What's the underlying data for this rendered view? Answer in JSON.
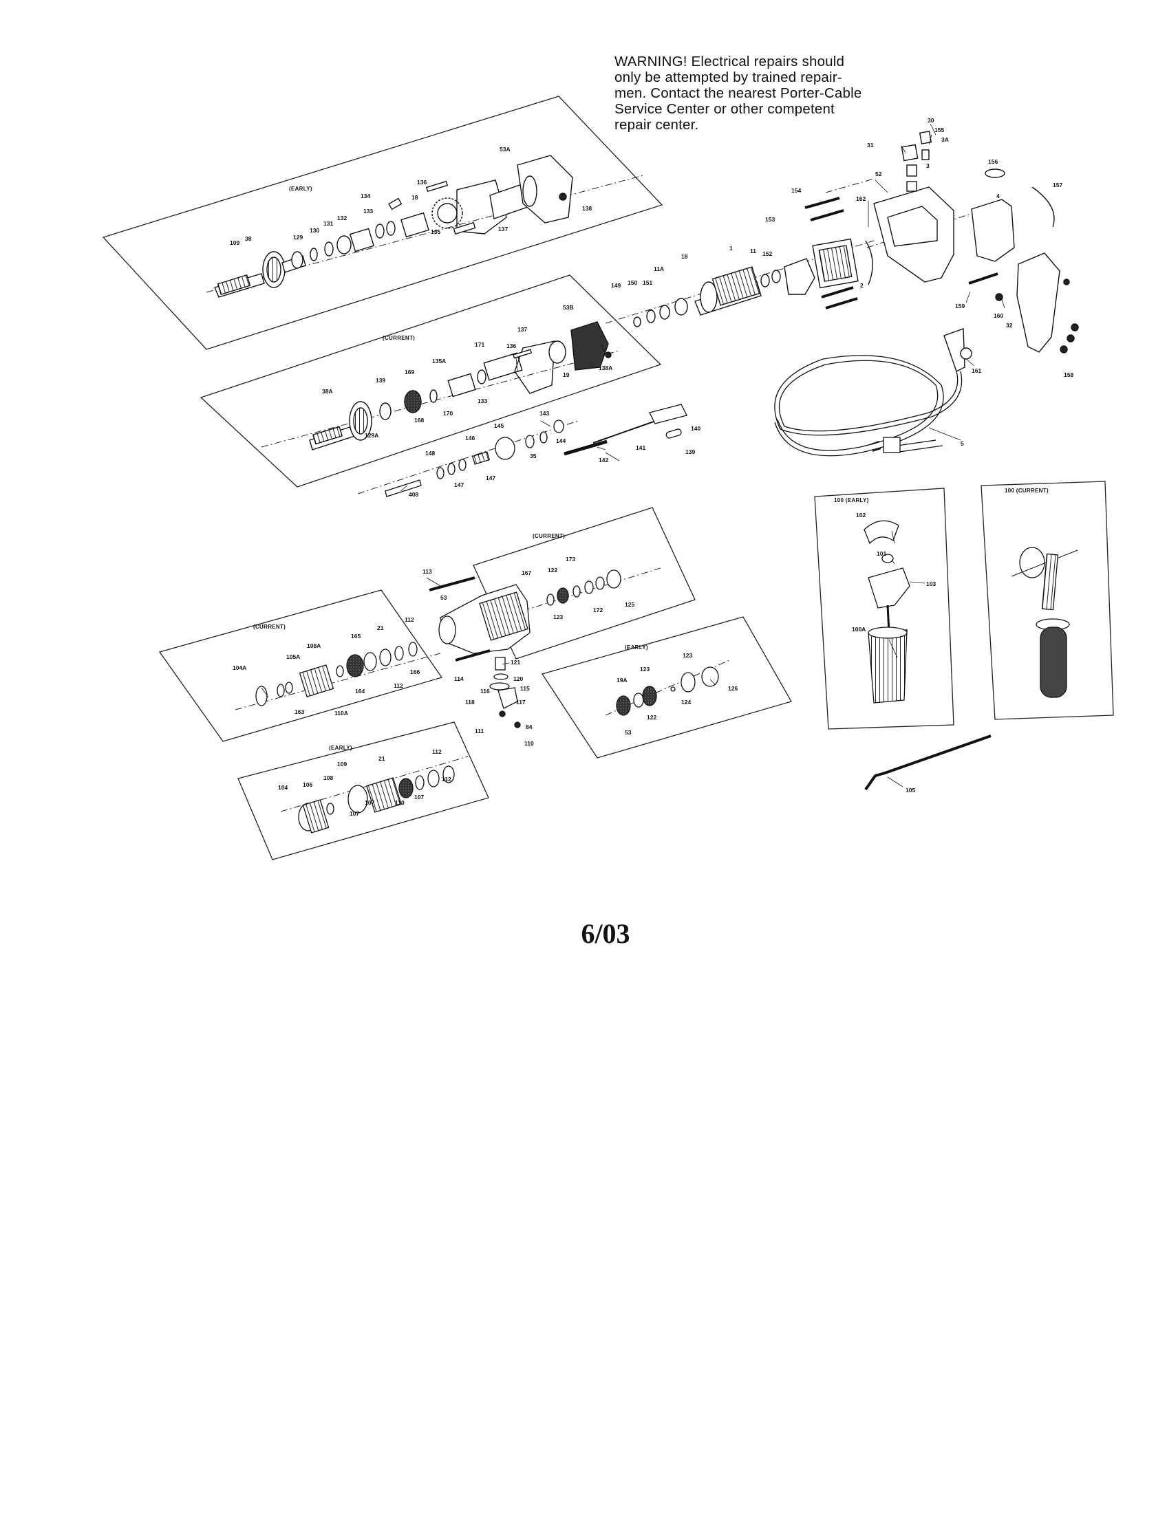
{
  "warning": {
    "lines": [
      "WARNING! Electrical repairs should",
      "only be attempted by trained repair-",
      "men. Contact the nearest Porter-Cable",
      "Service Center or other competent",
      "repair center."
    ]
  },
  "date": "6/03",
  "headers": {
    "early_top": "(EARLY)",
    "current_mid": "(CURRENT)",
    "current_small": "(CURRENT)",
    "current_front": "(CURRENT)",
    "early_right": "(EARLY)",
    "early_bottom": "(EARLY)",
    "handle_early": "100 (EARLY)",
    "handle_current": "100 (CURRENT)"
  },
  "labels": {
    "p53A": "53A",
    "p136": "136",
    "p134": "134",
    "p133": "133",
    "p132": "132",
    "p131": "131",
    "p130": "130",
    "p129": "129",
    "p109": "109",
    "p38": "38",
    "p18": "18",
    "p135": "135",
    "p137": "137",
    "p138": "138",
    "p53B": "53B",
    "p171": "171",
    "p136b": "136",
    "p137b": "137",
    "p135A": "135A",
    "p169": "169",
    "p139": "139",
    "p38A": "38A",
    "p129A": "129A",
    "p170": "170",
    "p133b": "133",
    "p19": "19",
    "p138A": "138A",
    "p168": "168",
    "p149": "149",
    "p150": "150",
    "p151": "151",
    "p11A": "11A",
    "p1b": "18",
    "p1": "1",
    "p11": "11",
    "p152": "152",
    "p153": "153",
    "p154": "154",
    "p162": "162",
    "p2": "2",
    "p52": "52",
    "p31": "31",
    "p30": "30",
    "p155": "155",
    "p3A": "3A",
    "p3": "3",
    "p156": "156",
    "p4": "4",
    "p157": "157",
    "p159": "159",
    "p160": "160",
    "p32": "32",
    "p158": "158",
    "p161": "161",
    "p5": "5",
    "p143": "143",
    "p145": "145",
    "p146": "146",
    "p148": "148",
    "p147": "147",
    "p147b": "147",
    "p408": "408",
    "p144": "144",
    "p35": "35",
    "p142": "142",
    "p141": "141",
    "p140": "140",
    "p139b": "139",
    "p167": "167",
    "p122": "122",
    "p173": "173",
    "p123": "123",
    "p172": "172",
    "p125": "125",
    "p113": "113",
    "p53": "53",
    "p114": "114",
    "p121": "121",
    "p120": "120",
    "p115": "115",
    "p116": "116",
    "p117": "117",
    "p118": "118",
    "p111": "111",
    "p84": "84",
    "p110": "110",
    "p105A": "105A",
    "p108A": "108A",
    "p165": "165",
    "p21": "21",
    "p112": "112",
    "p104A": "104A",
    "p163": "163",
    "p164": "164",
    "p110A": "110A",
    "p112b": "112",
    "p166": "166",
    "p19A": "19A",
    "p123b": "123",
    "p123c": "123",
    "p122b": "122",
    "p124": "124",
    "p126": "126",
    "p53c": "53",
    "p104": "104",
    "p106": "106",
    "p108": "108",
    "p109b": "109",
    "p21b": "21",
    "p112c": "112",
    "p112d": "112",
    "p107": "107",
    "p110b": "110",
    "p107b": "107",
    "p107c": "107",
    "p102": "102",
    "p101": "101",
    "p103": "103",
    "p100A": "100A",
    "p105": "105"
  }
}
